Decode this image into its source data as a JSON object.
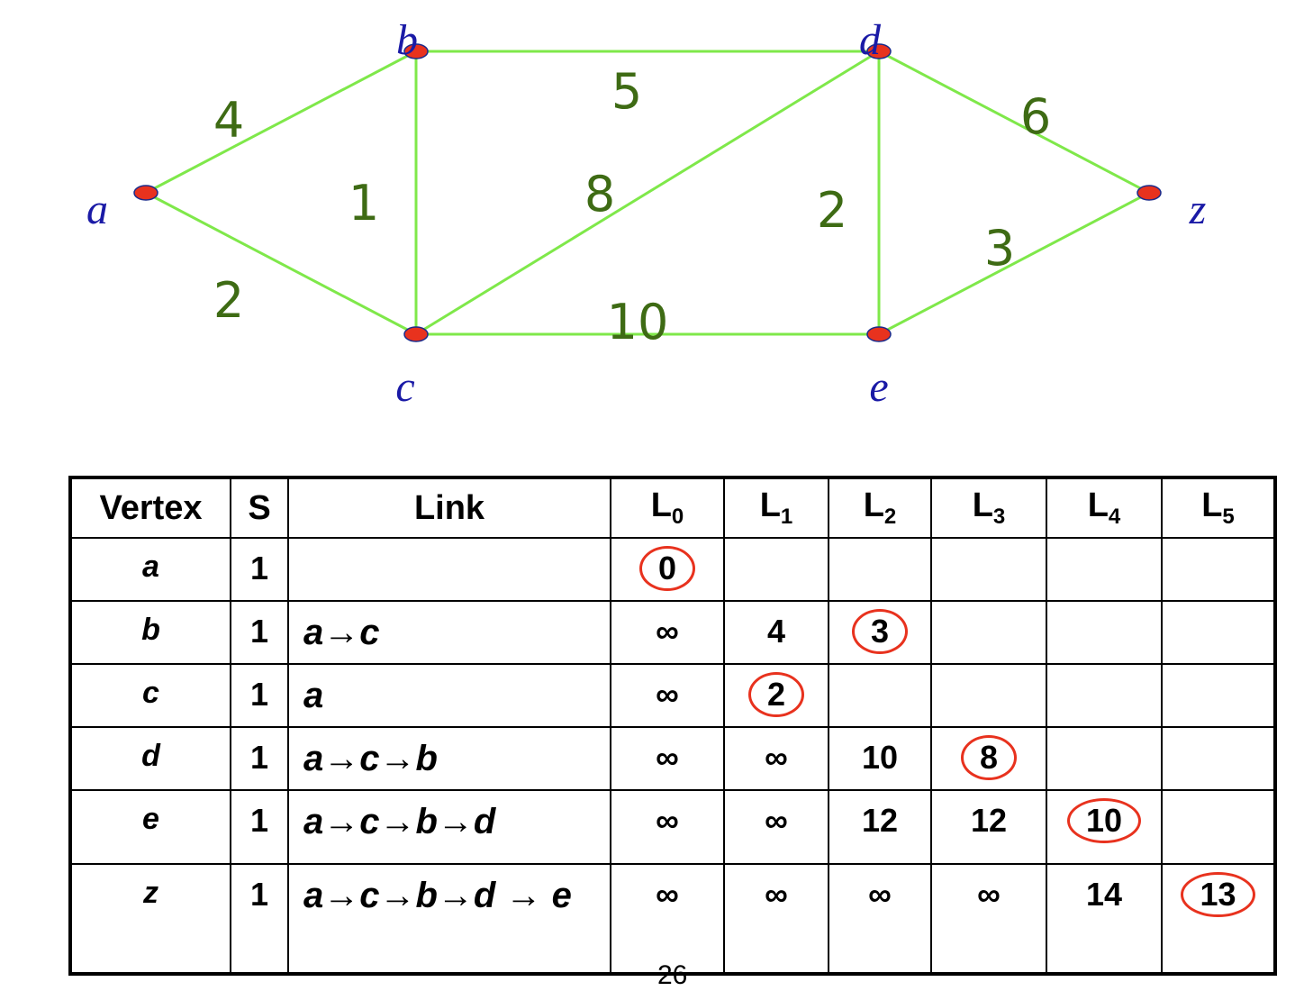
{
  "graph": {
    "vertices": [
      {
        "id": "a",
        "label": "a"
      },
      {
        "id": "b",
        "label": "b"
      },
      {
        "id": "c",
        "label": "c"
      },
      {
        "id": "d",
        "label": "d"
      },
      {
        "id": "e",
        "label": "e"
      },
      {
        "id": "z",
        "label": "z"
      }
    ],
    "edges": [
      {
        "from": "a",
        "to": "b",
        "weight": "4"
      },
      {
        "from": "a",
        "to": "c",
        "weight": "2"
      },
      {
        "from": "b",
        "to": "c",
        "weight": "1"
      },
      {
        "from": "b",
        "to": "d",
        "weight": "5"
      },
      {
        "from": "c",
        "to": "d",
        "weight": "8"
      },
      {
        "from": "c",
        "to": "e",
        "weight": "10"
      },
      {
        "from": "d",
        "to": "e",
        "weight": "2"
      },
      {
        "from": "d",
        "to": "z",
        "weight": "6"
      },
      {
        "from": "e",
        "to": "z",
        "weight": "3"
      }
    ],
    "colors": {
      "edge": "#7fe84a",
      "node": "#e8321e",
      "vertex_label": "#1a1aa6",
      "weight_label": "#3e6b14"
    }
  },
  "table": {
    "headers": {
      "vertex": "Vertex",
      "s": "S",
      "link": "Link",
      "l0": "L",
      "l1": "L",
      "l2": "L",
      "l3": "L",
      "l4": "L",
      "l5": "L",
      "l0_sub": "0",
      "l1_sub": "1",
      "l2_sub": "2",
      "l3_sub": "3",
      "l4_sub": "4",
      "l5_sub": "5"
    },
    "rows": [
      {
        "vertex": "a",
        "s": "1",
        "link": "",
        "l0": "0",
        "l1": "",
        "l2": "",
        "l3": "",
        "l4": "",
        "l5": ""
      },
      {
        "vertex": "b",
        "s": "1",
        "link": "a→c",
        "l0": "∞",
        "l1": "4",
        "l2": "3",
        "l3": "",
        "l4": "",
        "l5": ""
      },
      {
        "vertex": "c",
        "s": "1",
        "link": "a",
        "l0": "∞",
        "l1": "2",
        "l2": "",
        "l3": "",
        "l4": "",
        "l5": ""
      },
      {
        "vertex": "d",
        "s": "1",
        "link": "a→c→b",
        "l0": "∞",
        "l1": "∞",
        "l2": "10",
        "l3": "8",
        "l4": "",
        "l5": ""
      },
      {
        "vertex": "e",
        "s": "1",
        "link": "a→c→b→d",
        "l0": "∞",
        "l1": "∞",
        "l2": "12",
        "l3": "12",
        "l4": "10",
        "l5": ""
      },
      {
        "vertex": "z",
        "s": "1",
        "link": "a→c→b→d → e",
        "l0": "∞",
        "l1": "∞",
        "l2": "∞",
        "l3": "∞",
        "l4": "14",
        "l5": "13"
      }
    ],
    "circled": [
      "a.l0",
      "b.l2",
      "c.l1",
      "d.l3",
      "e.l4",
      "z.l5"
    ]
  },
  "page_number": "26"
}
